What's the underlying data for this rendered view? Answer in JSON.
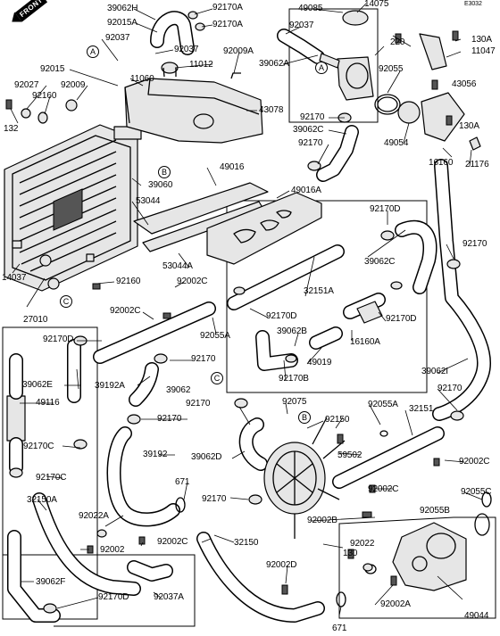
{
  "diagram": {
    "catalog_code": "E3032",
    "front_label": "FRONT",
    "part_numbers": {
      "p39062H": "39062H",
      "p92015A": "92015A",
      "p92170A_1": "92170A",
      "p92170A_2": "92170A",
      "p49085": "49085",
      "p14075": "14075",
      "p92037_1": "92037",
      "p92037_2": "92037",
      "p92037_3": "92037",
      "p220": "220",
      "p130A_1": "130A",
      "p130A_2": "130A",
      "p11047": "11047",
      "p92015": "92015",
      "p11012": "11012",
      "p92009A": "92009A",
      "p39062A": "39062A",
      "p92055": "92055",
      "p43056": "43056",
      "p92027": "92027",
      "p92009": "92009",
      "p11060": "11060",
      "p92160_1": "92160",
      "p92160_2": "92160",
      "p43078": "43078",
      "p132": "132",
      "p92170_1": "92170",
      "p39062C_1": "39062C",
      "p92170_2": "92170",
      "p49054": "49054",
      "p16160": "16160",
      "p21176": "21176",
      "p39060": "39060",
      "p49016": "49016",
      "p49016A": "49016A",
      "p53044": "53044",
      "p92170D_1": "92170D",
      "p92170_3": "92170",
      "p39062C_2": "39062C",
      "p53044A": "53044A",
      "p14037": "14037",
      "p92002C_1": "92002C",
      "p32151A": "32151A",
      "p27010": "27010",
      "p92002C_2": "92002C",
      "p92170D_2": "92170D",
      "p92170D_3": "92170D",
      "p92055A_1": "92055A",
      "p39062B": "39062B",
      "p16160A": "16160A",
      "p92170D_4": "92170D",
      "p49019": "49019",
      "p92170B": "92170B",
      "p92170_4": "92170",
      "p39062E": "39062E",
      "p39192A": "39192A",
      "p39062_1": "39062",
      "p39062I": "39062I",
      "p49116": "49116",
      "p92170_5": "92170",
      "p92170_6": "92170",
      "p92170C_1": "92170C",
      "p92075": "92075",
      "p92055A_2": "92055A",
      "p32151": "32151",
      "p92170_7": "92170",
      "p92150": "92150",
      "p92170C_2": "92170C",
      "p39192": "39192",
      "p39062D": "39062D",
      "p59502": "59502",
      "p92002C_3": "92002C",
      "p32150A": "32150A",
      "p671_1": "671",
      "p92002C_4": "92002C",
      "p92055C": "92055C",
      "p92170_8": "92170",
      "p92022A": "92022A",
      "p92055B": "92055B",
      "p92002B": "92002B",
      "p92002C_5": "92002C",
      "p92002": "92002",
      "p32150": "32150",
      "p92022": "92022",
      "p130": "130",
      "p92002D": "92002D",
      "p39062F": "39062F",
      "p92037A": "92037A",
      "p92002A": "92002A",
      "p92170D_5": "92170D",
      "p671_2": "671",
      "p49044": "49044"
    },
    "callouts": {
      "a1": "A",
      "a2": "A",
      "b1": "B",
      "b2": "B",
      "c1": "C",
      "c2": "C"
    }
  }
}
